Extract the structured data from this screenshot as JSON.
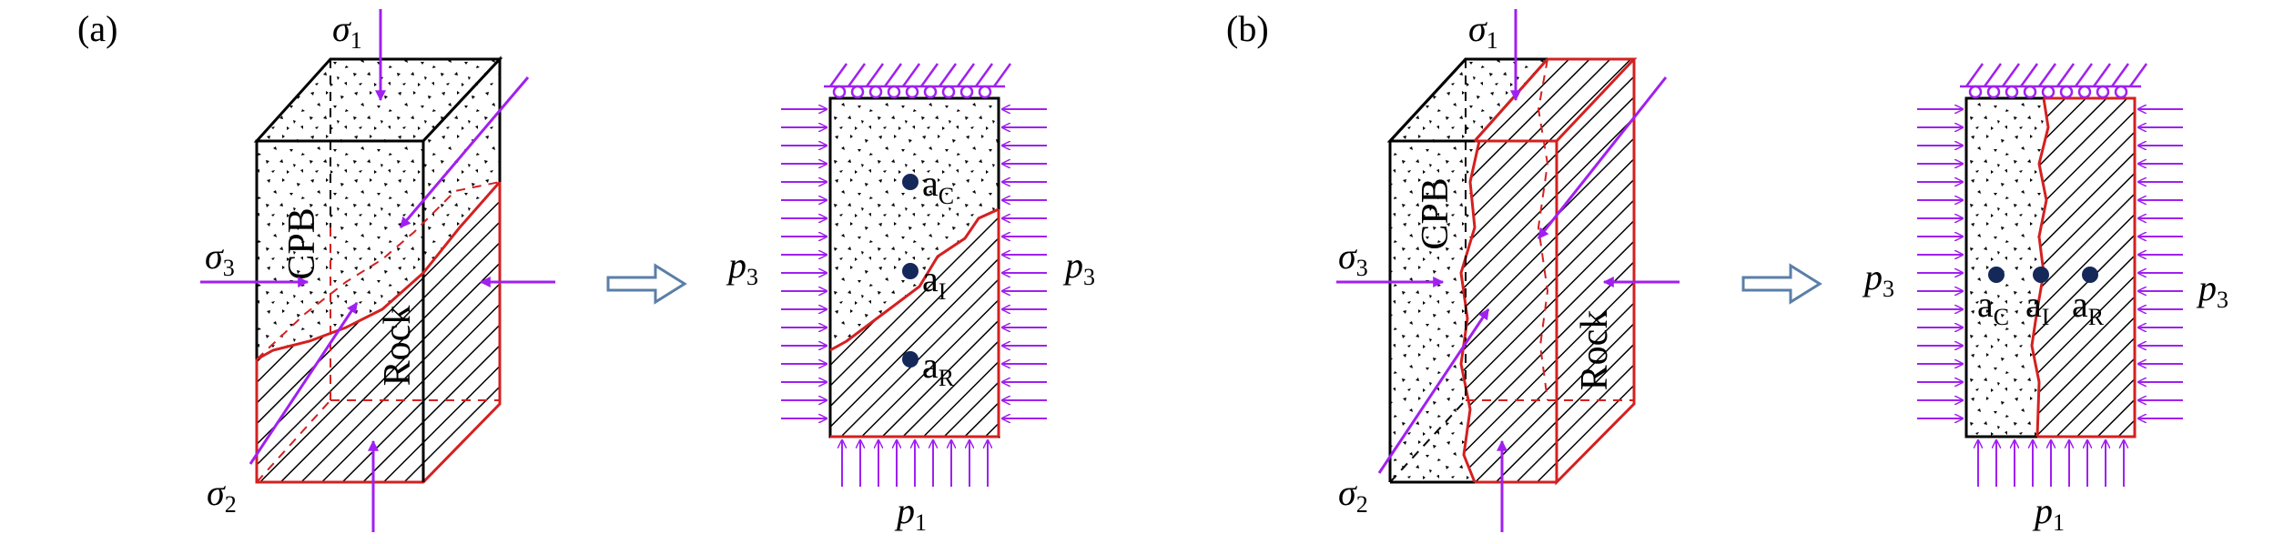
{
  "panel_a": {
    "label": "(a)",
    "stress": {
      "s1": {
        "sym": "σ",
        "sub": "1"
      },
      "s2": {
        "sym": "σ",
        "sub": "2"
      },
      "s3": {
        "sym": "σ",
        "sub": "3"
      }
    },
    "block_labels": {
      "cpb": "CPB",
      "rock": "Rock"
    },
    "pressure": {
      "p1": {
        "sym": "p",
        "sub": "1"
      },
      "p3_left": {
        "sym": "p",
        "sub": "3"
      },
      "p3_right": {
        "sym": "p",
        "sub": "3"
      }
    },
    "points": [
      {
        "base": "a",
        "sub": "C"
      },
      {
        "base": "a",
        "sub": "I"
      },
      {
        "base": "a",
        "sub": "R"
      }
    ]
  },
  "panel_b": {
    "label": "(b)",
    "stress": {
      "s1": {
        "sym": "σ",
        "sub": "1"
      },
      "s2": {
        "sym": "σ",
        "sub": "2"
      },
      "s3": {
        "sym": "σ",
        "sub": "3"
      }
    },
    "block_labels": {
      "cpb": "CPB",
      "rock": "Rock"
    },
    "pressure": {
      "p1": {
        "sym": "p",
        "sub": "1"
      },
      "p3_left": {
        "sym": "p",
        "sub": "3"
      },
      "p3_right": {
        "sym": "p",
        "sub": "3"
      }
    },
    "points": [
      {
        "base": "a",
        "sub": "C"
      },
      {
        "base": "a",
        "sub": "I"
      },
      {
        "base": "a",
        "sub": "R"
      }
    ]
  },
  "colors": {
    "line": "#000000",
    "interface": "#d42020",
    "load_arrow": "#a020f0",
    "transition_arrow": "#5a7fa8",
    "point": "#14285a"
  }
}
